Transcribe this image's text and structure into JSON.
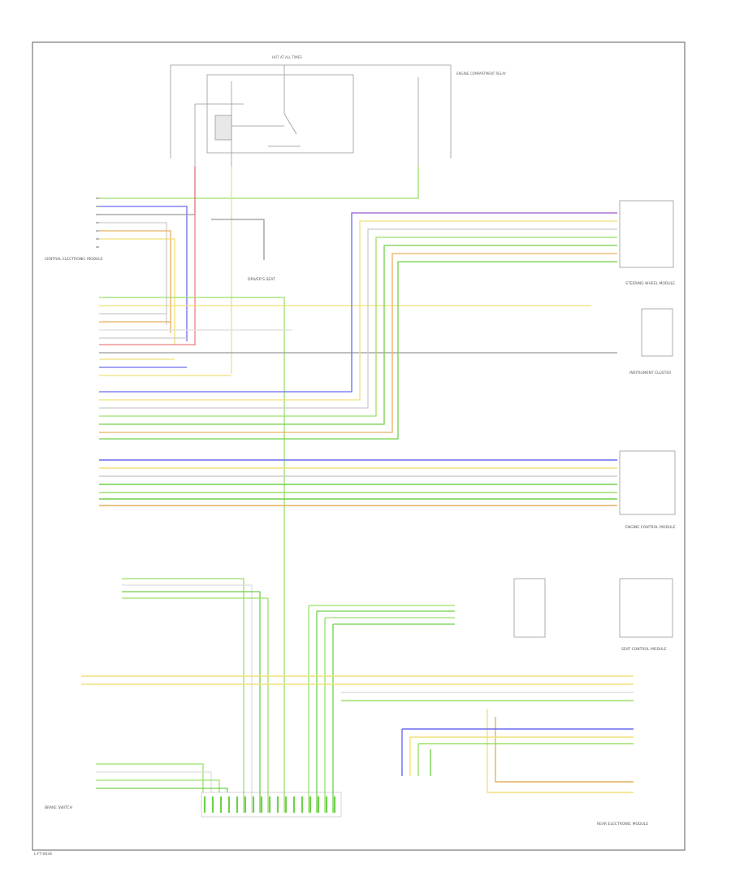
{
  "diagram": {
    "blocks": [
      {
        "key": "fuse_box",
        "text": "HOT AT ALL TIMES"
      },
      {
        "key": "engine_relay",
        "text": "ENGINE COMPARTMENT RELAY"
      },
      {
        "key": "cem",
        "text": "CENTRAL ELECTRONIC MODULE"
      },
      {
        "key": "driver_seat",
        "text": "DRIVER'S SEAT"
      },
      {
        "key": "steering",
        "text": "STEERING WHEEL MODULE"
      },
      {
        "key": "ecm",
        "text": "ENGINE CONTROL MODULE"
      },
      {
        "key": "instrument",
        "text": "INSTRUMENT CLUSTER"
      },
      {
        "key": "brake",
        "text": "BRAKE SWITCH"
      },
      {
        "key": "seat_module",
        "text": "SEAT CONTROL MODULE"
      },
      {
        "key": "rear",
        "text": "REAR ELECTRONIC MODULE"
      }
    ],
    "footer_code": "L-FT-0034",
    "colors": {
      "frame": "#777777",
      "green": "#9be06a",
      "lime": "#6fd14a",
      "blue": "#6b6bf0",
      "red": "#f08080",
      "yellow": "#f0e07a",
      "orange": "#e8b060",
      "purple": "#b070d0",
      "gray": "#999999"
    }
  }
}
